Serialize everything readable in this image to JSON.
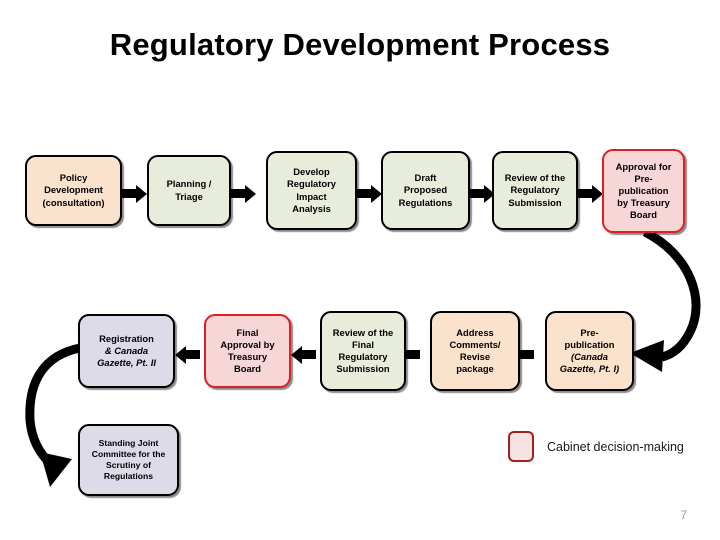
{
  "slide": {
    "title": "Regulatory Development Process",
    "page_number": "7",
    "background_color": "#ffffff"
  },
  "legend": {
    "swatch_name": "cabinet-decision-swatch",
    "label": "Cabinet decision-making",
    "fill_color": "#F6E2E2",
    "border_color": "#9E2222"
  },
  "palette": {
    "peach": "#FBE2CD",
    "green": "#E8EDDB",
    "lavender": "#DEDBE9",
    "cabinet_fill": "#F6D6D7",
    "cabinet_border": "#E02020",
    "node_border": "#000000",
    "arrow": "#000000"
  },
  "diagram": {
    "type": "flowchart",
    "rows": [
      {
        "name": "row-1",
        "direction": "left-to-right",
        "nodes": [
          {
            "id": "policy-development",
            "text": "Policy Development (consultation)",
            "lines": [
              "Policy",
              "Development",
              "(consultation)"
            ],
            "style": "peach"
          },
          {
            "id": "planning-triage",
            "text": "Planning / Triage",
            "lines": [
              "Planning /",
              "Triage"
            ],
            "style": "green"
          },
          {
            "id": "develop-ria",
            "text": "Develop Regulatory Impact Analysis",
            "lines": [
              "Develop",
              "Regulatory",
              "Impact",
              "Analysis"
            ],
            "style": "green"
          },
          {
            "id": "draft-proposed-regulations",
            "text": "Draft Proposed Regulations",
            "lines": [
              "Draft",
              "Proposed",
              "Regulations"
            ],
            "style": "green"
          },
          {
            "id": "review-regulatory-submission",
            "text": "Review of the Regulatory Submission",
            "lines": [
              "Review of the",
              "Regulatory",
              "Submission"
            ],
            "style": "green"
          },
          {
            "id": "approval-prepublication-tb",
            "text": "Approval for Pre-publication by Treasury Board",
            "lines": [
              "Approval for",
              "Pre-",
              "publication",
              "by Treasury",
              "Board"
            ],
            "style": "cabinet"
          }
        ]
      },
      {
        "name": "row-2",
        "direction": "right-to-left",
        "nodes": [
          {
            "id": "registration-canada-gazette-ii",
            "text": "Registration & Canada Gazette, Pt. II",
            "lines": [
              "Registration",
              "& Canada",
              "Gazette, Pt. II"
            ],
            "italic_part": "Canada Gazette",
            "style": "lavender"
          },
          {
            "id": "final-approval-tb",
            "text": "Final Approval by Treasury Board",
            "lines": [
              "Final",
              "Approval by",
              "Treasury",
              "Board"
            ],
            "style": "cabinet"
          },
          {
            "id": "review-final-regulatory-submission",
            "text": "Review of the Final Regulatory Submission",
            "lines": [
              "Review of the",
              "Final",
              "Regulatory",
              "Submission"
            ],
            "style": "green"
          },
          {
            "id": "address-comments-revise",
            "text": "Address Comments/ Revise package",
            "lines": [
              "Address",
              "Comments/",
              "Revise",
              "package"
            ],
            "style": "peach"
          },
          {
            "id": "prepublication-canada-gazette-i",
            "text": "Pre-publication (Canada Gazette, Pt. I)",
            "lines": [
              "Pre-",
              "publication",
              "(Canada",
              "Gazette, Pt. I)"
            ],
            "italic_part": "Canada Gazette",
            "style": "peach"
          }
        ]
      },
      {
        "name": "row-3",
        "direction": "terminal",
        "nodes": [
          {
            "id": "standing-joint-committee",
            "text": "Standing Joint Committee for the Scrutiny of Regulations",
            "lines": [
              "Standing Joint",
              "Committee for the",
              "Scrutiny of",
              "Regulations"
            ],
            "style": "lavender"
          }
        ]
      }
    ],
    "connectors": [
      {
        "from": "policy-development",
        "to": "planning-triage",
        "kind": "straight-right"
      },
      {
        "from": "planning-triage",
        "to": "develop-ria",
        "kind": "straight-right"
      },
      {
        "from": "develop-ria",
        "to": "draft-proposed-regulations",
        "kind": "straight-right"
      },
      {
        "from": "draft-proposed-regulations",
        "to": "review-regulatory-submission",
        "kind": "straight-right"
      },
      {
        "from": "review-regulatory-submission",
        "to": "approval-prepublication-tb",
        "kind": "straight-right"
      },
      {
        "from": "approval-prepublication-tb",
        "to": "prepublication-canada-gazette-i",
        "kind": "curved-right-wrap"
      },
      {
        "from": "prepublication-canada-gazette-i",
        "to": "address-comments-revise",
        "kind": "straight-left"
      },
      {
        "from": "address-comments-revise",
        "to": "review-final-regulatory-submission",
        "kind": "straight-left"
      },
      {
        "from": "review-final-regulatory-submission",
        "to": "final-approval-tb",
        "kind": "straight-left"
      },
      {
        "from": "final-approval-tb",
        "to": "registration-canada-gazette-ii",
        "kind": "straight-left"
      },
      {
        "from": "registration-canada-gazette-ii",
        "to": "standing-joint-committee",
        "kind": "curved-left-wrap"
      }
    ]
  }
}
